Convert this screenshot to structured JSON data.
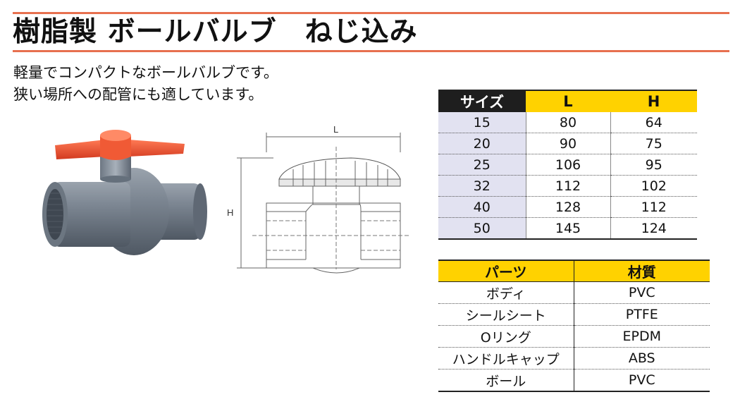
{
  "header": {
    "title": "樹脂製 ボールバルブ　ねじ込み"
  },
  "description": [
    "軽量でコンパクトなボールバルブです。",
    "狭い場所への配管にも適しています。"
  ],
  "drawing": {
    "label_l": "L",
    "label_h": "H"
  },
  "size_table": {
    "headers": [
      "サイズ",
      "L",
      "H"
    ],
    "rows": [
      [
        "15",
        "80",
        "64"
      ],
      [
        "20",
        "90",
        "75"
      ],
      [
        "25",
        "106",
        "95"
      ],
      [
        "32",
        "112",
        "102"
      ],
      [
        "40",
        "128",
        "112"
      ],
      [
        "50",
        "145",
        "124"
      ]
    ]
  },
  "material_table": {
    "headers": [
      "パーツ",
      "材質"
    ],
    "rows": [
      [
        "ボディ",
        "PVC"
      ],
      [
        "シールシート",
        "PTFE"
      ],
      [
        "Oリング",
        "EPDM"
      ],
      [
        "ハンドルキャップ",
        "ABS"
      ],
      [
        "ボール",
        "PVC"
      ]
    ]
  },
  "colors": {
    "accent_rule": "#e7704f",
    "table_header": "#ffd200",
    "size_column": "#e2e2f1",
    "valve_body": "#7b8591",
    "valve_handle": "#e8452c"
  },
  "icons": {
    "photo": "ball-valve-photo",
    "drawing": "ball-valve-technical-drawing"
  }
}
